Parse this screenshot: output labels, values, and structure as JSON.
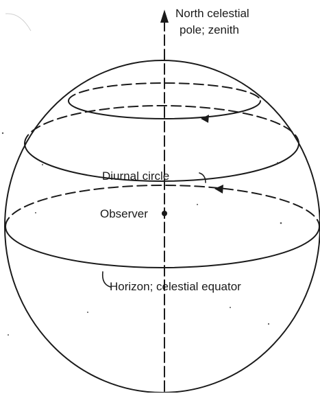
{
  "diagram": {
    "labels": {
      "pole_line1": "North celestial",
      "pole_line2": "pole; zenith",
      "diurnal": "Diurnal circle",
      "observer": "Observer",
      "horizon": "Horizon; celestial equator"
    },
    "ink_color": "#1a1a1a",
    "background": "#ffffff"
  }
}
